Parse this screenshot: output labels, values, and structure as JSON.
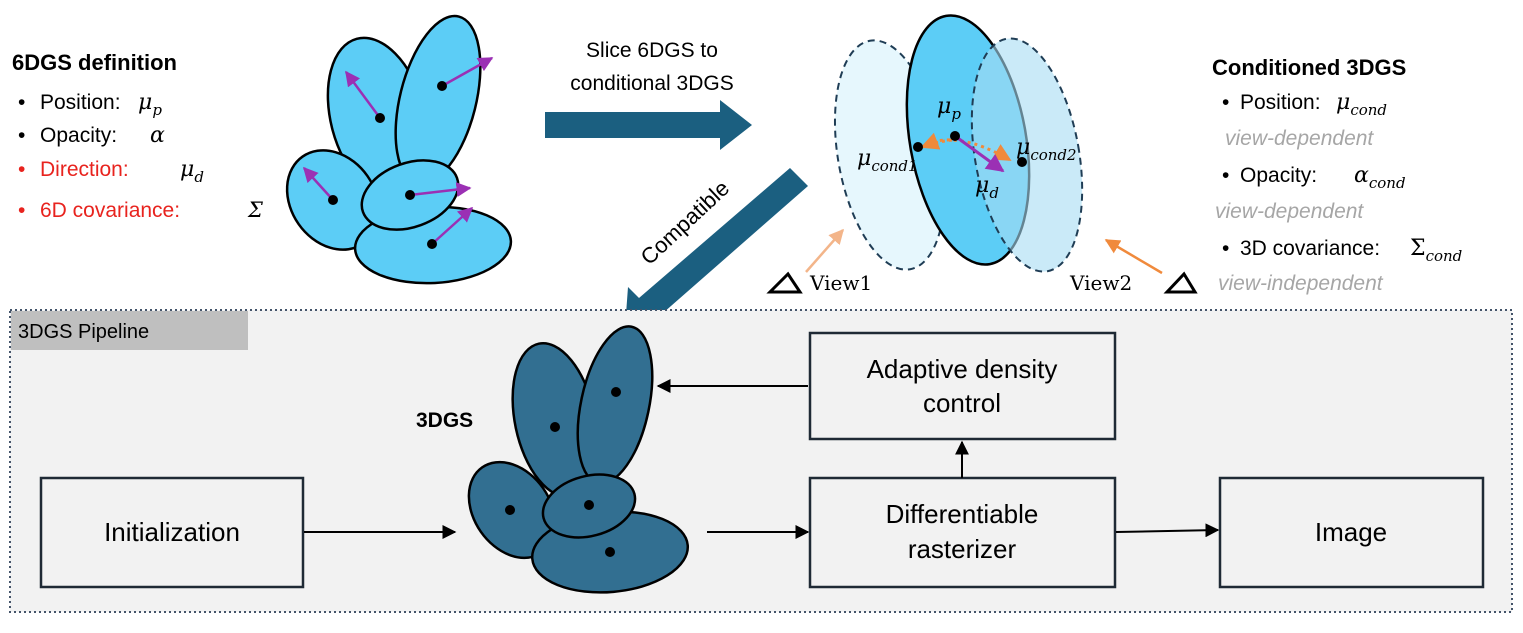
{
  "def_title": "6DGS definition",
  "def_items": [
    {
      "label": "Position:",
      "sym": "μ",
      "sub": "p",
      "color": "#000000"
    },
    {
      "label": "Opacity:",
      "sym": "α",
      "sub": "",
      "color": "#000000"
    },
    {
      "label": "Direction:",
      "sym": "μ",
      "sub": "d",
      "color": "#e8231e"
    },
    {
      "label": "6D covariance:",
      "sym": "Σ",
      "sub": "",
      "color": "#e8231e"
    }
  ],
  "slice_line1": "Slice 6DGS to",
  "slice_line2": "conditional 3DGS",
  "compatible": "Compatible",
  "mu_p": "μ",
  "mu_p_sub": "p",
  "mu_cond1": "μ",
  "mu_cond1_sub": "cond1",
  "mu_cond2": "μ",
  "mu_cond2_sub": "cond2",
  "mu_d": "μ",
  "mu_d_sub": "d",
  "view1": "View1",
  "view2": "View2",
  "cond_title": "Conditioned 3DGS",
  "cond_items": [
    {
      "label": "Position:",
      "sym": "μ",
      "sub": "cond",
      "note": "view-dependent"
    },
    {
      "label": "Opacity:",
      "sym": "α",
      "sub": "cond",
      "note": "view-dependent"
    },
    {
      "label": "3D covariance:",
      "sym": "Σ",
      "sub": "cond",
      "note": "view-independent"
    }
  ],
  "pipeline_label": "3DGS Pipeline",
  "gs3_label": "3DGS",
  "init_label": "Initialization",
  "adc_line1": "Adaptive density",
  "adc_line2": "control",
  "diff_line1": "Differentiable",
  "diff_line2": "rasterizer",
  "image_label": "Image",
  "colors": {
    "light_gaussian": "#5ccdf6",
    "dark_gaussian": "#326f91",
    "arrow_big": "#1b5f80",
    "purple": "#9b30b4",
    "orange": "#f08a3c",
    "red": "#e8231e",
    "gray_note": "#a6a6a6"
  }
}
